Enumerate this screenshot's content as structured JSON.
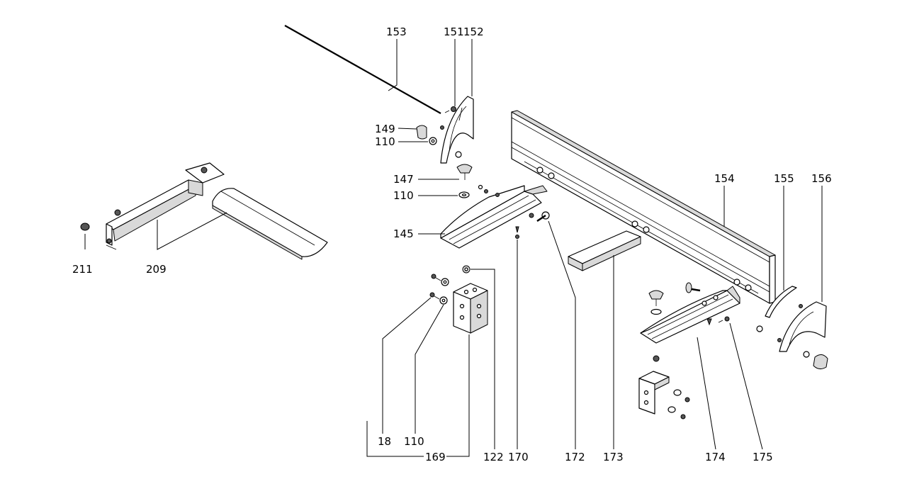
{
  "callouts": {
    "p153": "153",
    "p151": "151",
    "p152": "152",
    "p149": "149",
    "p110a": "110",
    "p147": "147",
    "p110b": "110",
    "p145": "145",
    "p154": "154",
    "p155": "155",
    "p156": "156",
    "p211": "211",
    "p209": "209",
    "p18": "18",
    "p110c": "110",
    "p169": "169",
    "p122": "122",
    "p170": "170",
    "p172": "172",
    "p173": "173",
    "p174": "174",
    "p175": "175"
  }
}
